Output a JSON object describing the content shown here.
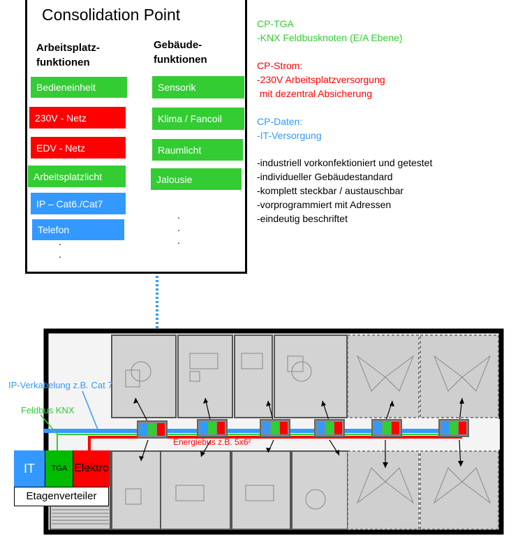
{
  "consolidation": {
    "title": "Consolidation Point",
    "left_heading_1": "Arbeitsplatz-",
    "left_heading_2": "funktionen",
    "right_heading_1": "Gebäude-",
    "right_heading_2": "funktionen",
    "left_items": [
      "Bedieneinheit",
      "230V - Netz",
      "EDV - Netz",
      "Arbeitsplatzlicht",
      "IP – Cat6./Cat7",
      "Telefon"
    ],
    "right_items": [
      "Sensorik",
      "Klima / Fancoil",
      "Raumlicht",
      "Jalousie"
    ]
  },
  "notes": {
    "tga_title": "CP-TGA",
    "tga_line": "-KNX Feldbusknoten (E/A Ebene)",
    "strom_title": "CP-Strom:",
    "strom_line1": "-230V Arbeitsplatzversorgung",
    "strom_line2": " mit dezentral Absicherung",
    "daten_title": "CP-Daten:",
    "daten_line": "-IT-Versorgung",
    "list": [
      "-industriell vorkonfektioniert und getestet",
      "-individueller Gebäudestandard",
      "-komplett steckbar / austauschbar",
      "-vorprogrammiert mit Adressen",
      "-eindeutig beschriftet"
    ]
  },
  "plan": {
    "ip_label": "IP-Verkabelung z.B. Cat 7",
    "knx_label": "Feldbus KNX",
    "energy_label": "Energiebus z.B. 5x6²",
    "it_label": "IT",
    "tga_label": "TGA",
    "elektro_label": "Elektro",
    "etagen_label": "Etagenverteiler"
  },
  "colors": {
    "green": "#33cc33",
    "red": "#ff0000",
    "blue": "#3399ff"
  }
}
